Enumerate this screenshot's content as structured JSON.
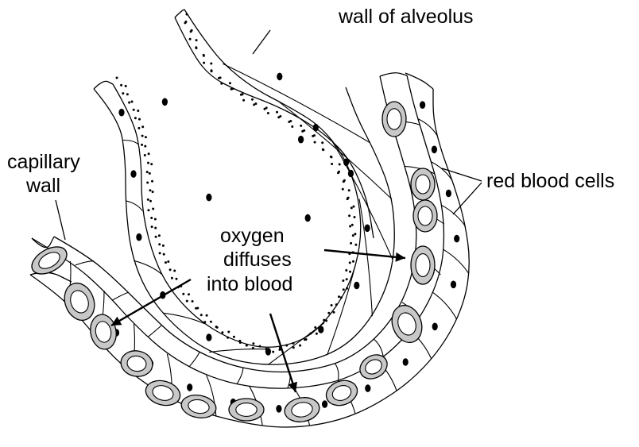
{
  "labels": {
    "alveolus_wall": "wall of alveolus",
    "capillary_wall_line1": "capillary",
    "capillary_wall_line2": "wall",
    "red_blood_cells": "red blood cells",
    "oxygen_line1": "oxygen",
    "oxygen_line2": "diffuses",
    "oxygen_line3": "into blood"
  },
  "colors": {
    "ink": "#000000",
    "red_blood_cell_fill": "#c8c8c8",
    "background": "#ffffff"
  }
}
